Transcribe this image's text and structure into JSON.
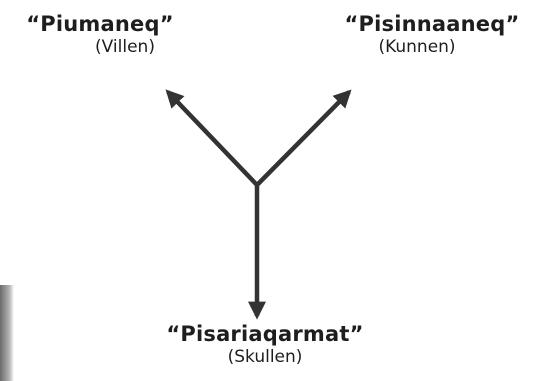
{
  "nodes": {
    "left": {
      "term": "“Piumaneq”",
      "gloss": "(Villen)"
    },
    "right": {
      "term": "“Pisinnaaneq”",
      "gloss": "(Kunnen)"
    },
    "bottom": {
      "term": "“Pisariaqarmat”",
      "gloss": "(Skullen)"
    }
  },
  "colors": {
    "arrow": "#333333",
    "text": "#1e1e1e"
  }
}
